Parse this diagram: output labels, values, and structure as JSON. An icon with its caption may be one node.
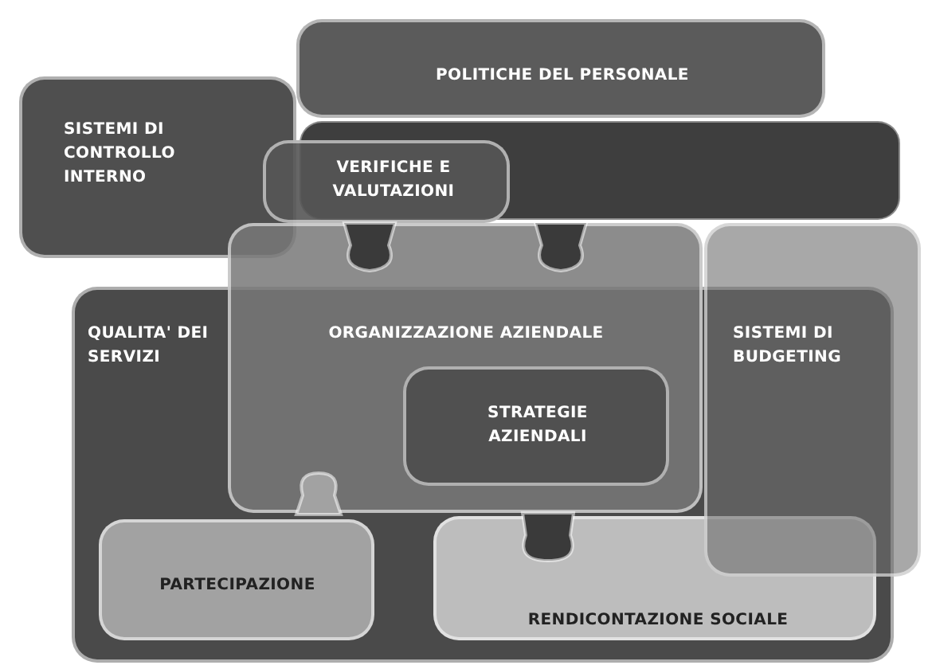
{
  "diagram": {
    "nodes": [
      {
        "text": [
          "POLITICHE DEL PERSONALE"
        ]
      },
      {
        "text": [
          "SISTEMI DI CONTROLLO INTERNO"
        ]
      },
      {
        "text": [
          "VERIFICHE E VALUTAZIONI"
        ]
      },
      {
        "text": [
          "QUALITA' DEI SERVIZI"
        ]
      },
      {
        "text": [
          "ORGANIZZAZIONE AZIENDALE"
        ]
      },
      {
        "text": [
          "STRATEGIE AZIENDALI"
        ]
      },
      {
        "text": [
          "SISTEMI DI BUDGETING"
        ]
      },
      {
        "text": [
          "PARTECIPAZIONE"
        ],
        "in": 3
      },
      {
        "text": [
          "RENDICONTAZIONE SOCIALE"
        ],
        "in": 3
      }
    ]
  }
}
